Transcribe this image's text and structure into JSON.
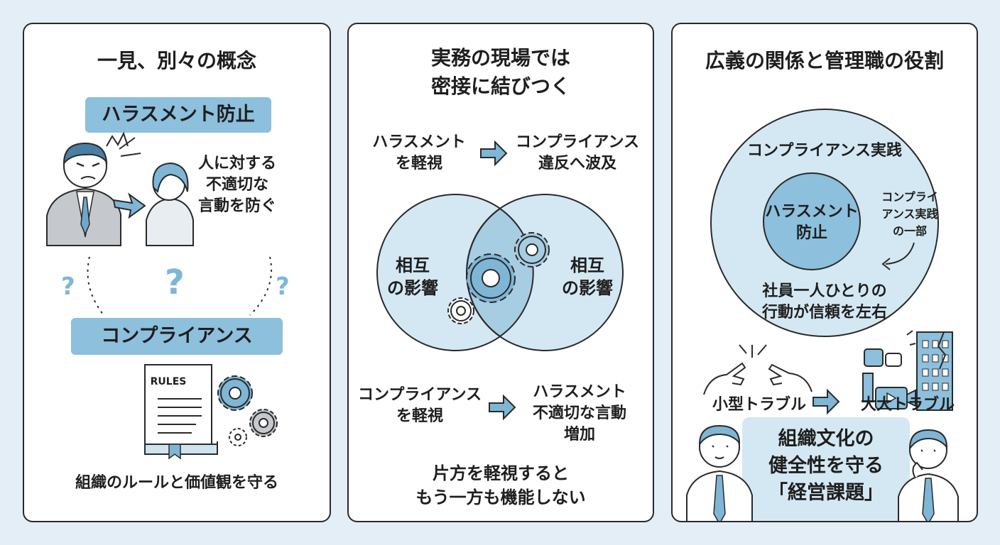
{
  "colors": {
    "accent": "#8cc0dc",
    "light": "#d4e8f3",
    "mid": "#a6cde2",
    "line": "#2a2a2a",
    "question": "#7fb6d6"
  },
  "panel1": {
    "title": "一見、別々の概念",
    "harassment_band": "ハラスメント防止",
    "people_caption_lines": [
      "人に対する",
      "不適切な",
      "言動を防ぐ"
    ],
    "question_mark": "?",
    "compliance_band": "コンプライアンス",
    "book_label": "RULES",
    "footer": "組織のルールと価値観を守る",
    "icons": [
      "angry-man-icon",
      "woman-icon",
      "question-icon",
      "rules-book-icon",
      "gear-icon"
    ]
  },
  "panel2": {
    "title_lines": [
      "実務の現場では",
      "密接に結びつく"
    ],
    "flow1": {
      "left_lines": [
        "ハラスメント",
        "を軽視"
      ],
      "right_lines": [
        "コンプライアンス",
        "違反へ波及"
      ]
    },
    "venn": {
      "left_lines": [
        "相互",
        "の影響"
      ],
      "right_lines": [
        "相互",
        "の影響"
      ]
    },
    "flow2": {
      "left_lines": [
        "コンプライアンス",
        "を軽視"
      ],
      "right_lines": [
        "ハラスメント",
        "不適切な言動",
        "増加"
      ]
    },
    "conclusion_lines": [
      "片方を軽視すると",
      "もう一方も機能しない"
    ]
  },
  "panel3": {
    "title": "広義の関係と管理職の役割",
    "outer_label": "コンプライアンス実践",
    "inner_lines": [
      "ハラスメント",
      "防止"
    ],
    "side_note_lines": [
      "コンプライ",
      "アンス実践",
      "の一部"
    ],
    "outer_bottom_lines": [
      "社員一人ひとりの",
      "行動が信頼を左右"
    ],
    "small_trouble": "小型トラブル",
    "big_trouble": "大大トラブル",
    "box_lines": [
      "組織文化の",
      "健全性を守る",
      "「経営課題」"
    ],
    "icons": [
      "pointing-hands-icon",
      "arrow-icon",
      "media-icons",
      "cracked-building-icon",
      "manager-icon"
    ]
  }
}
